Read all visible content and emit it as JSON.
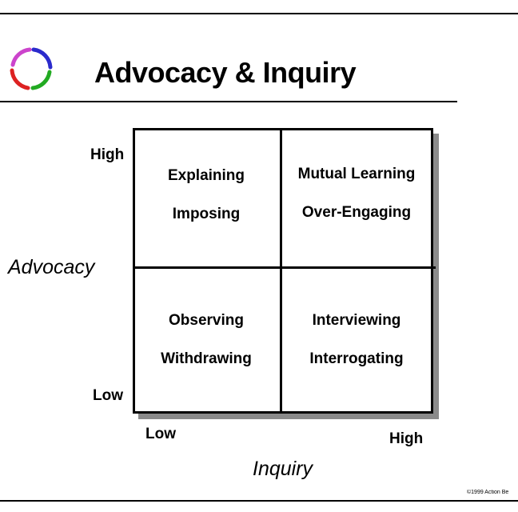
{
  "title": "Advocacy & Inquiry",
  "logo": {
    "icon": "four-color-ring-logo",
    "colors": [
      "#2b2bcc",
      "#22aa22",
      "#dd2222",
      "#cc44cc"
    ]
  },
  "matrix": {
    "quadrants": {
      "top_left": {
        "line1": "Explaining",
        "line2": "Imposing"
      },
      "top_right": {
        "line1": "Mutual Learning",
        "line2": "Over-Engaging"
      },
      "bottom_left": {
        "line1": "Observing",
        "line2": "Withdrawing"
      },
      "bottom_right": {
        "line1": "Interviewing",
        "line2": "Interrogating"
      }
    },
    "y_axis": {
      "label": "Advocacy",
      "high": "High",
      "low": "Low"
    },
    "x_axis": {
      "label": "Inquiry",
      "low": "Low",
      "high": "High"
    }
  },
  "footer": {
    "copyright": "©1999 Action Be"
  }
}
